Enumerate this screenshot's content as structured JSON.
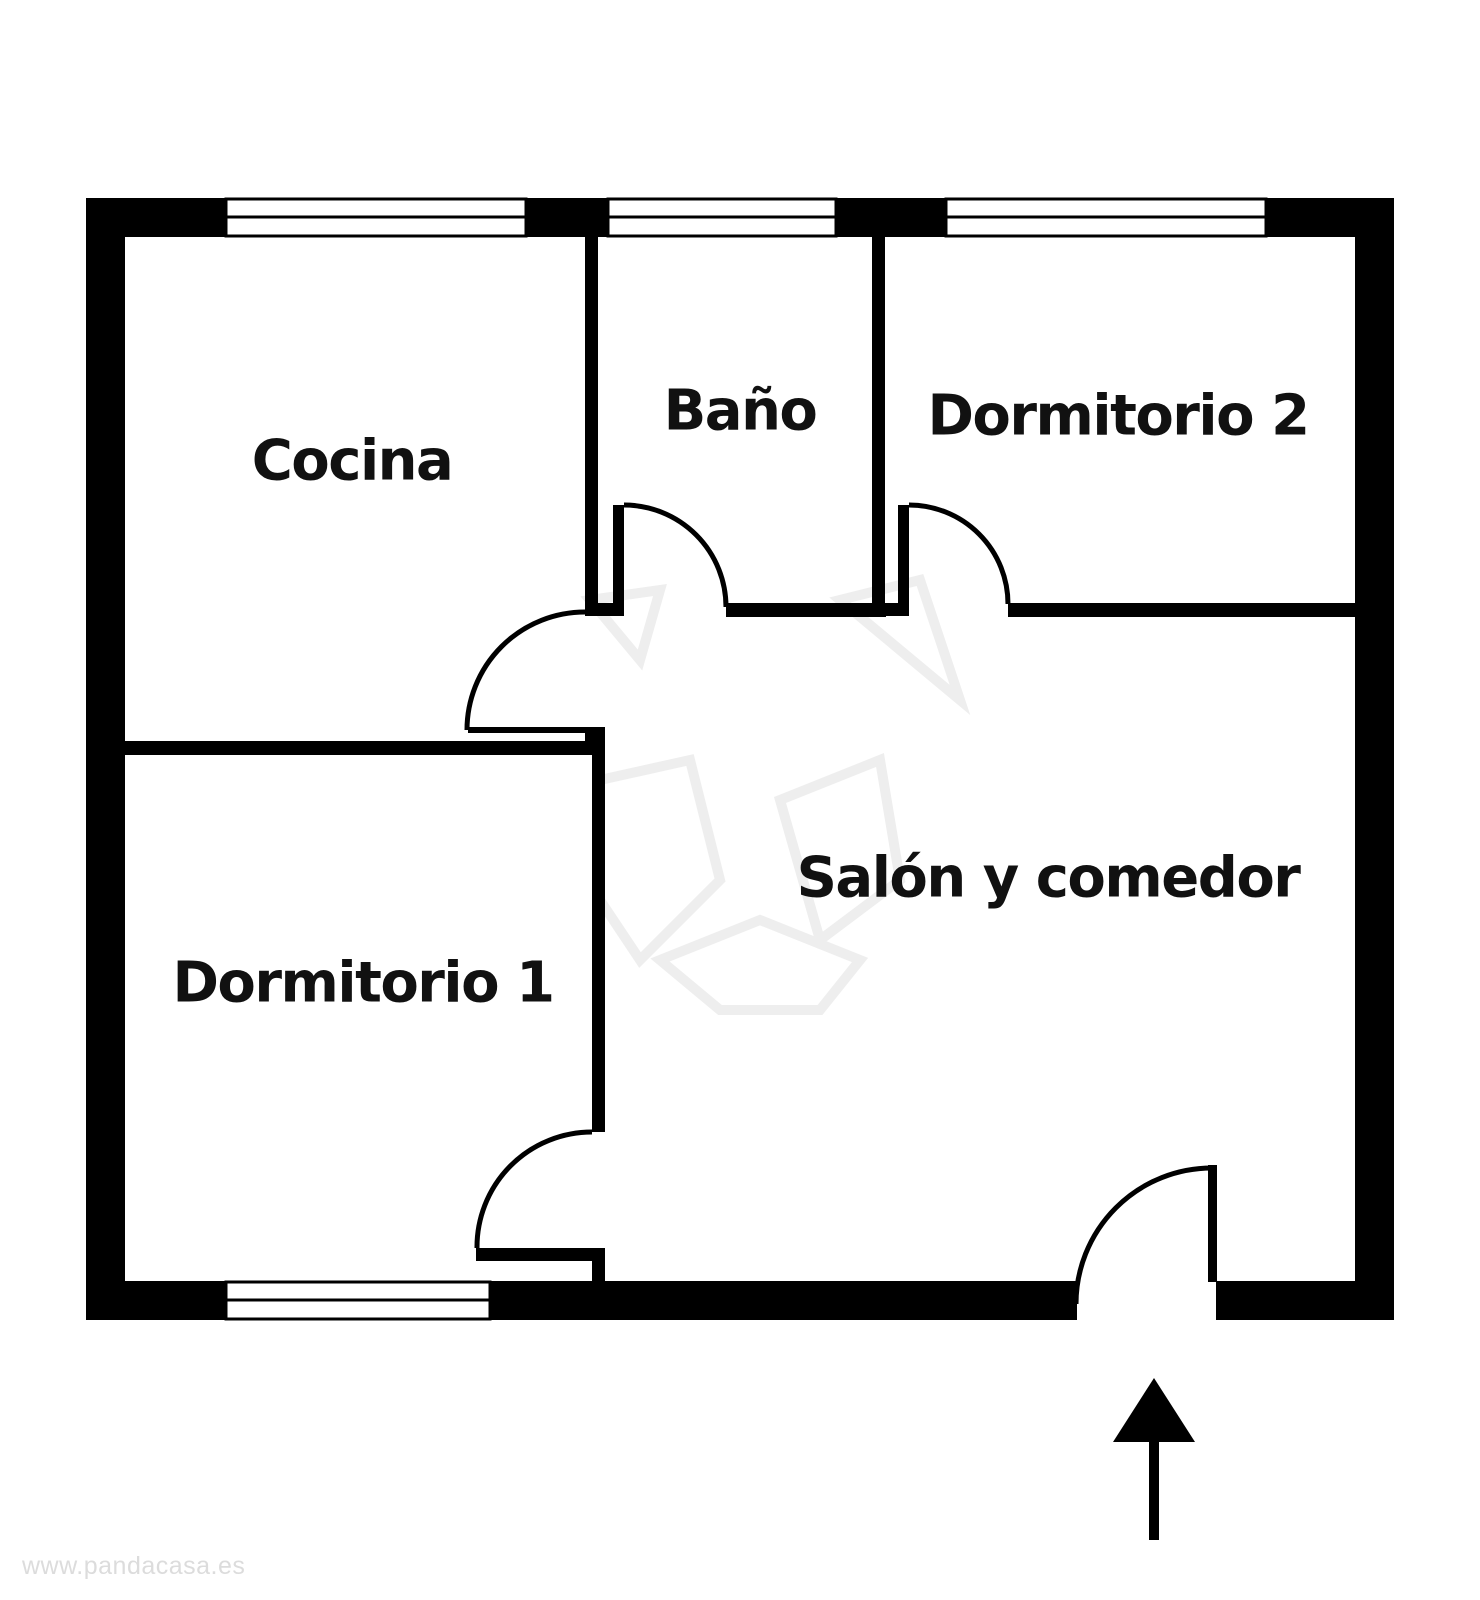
{
  "rooms": {
    "cocina": "Cocina",
    "bano": "Baño",
    "dormitorio_2": "Dormitorio 2",
    "dormitorio_1": "Dormitorio 1",
    "salon": "Salón y comedor"
  },
  "watermark": "www.pandacasa.es",
  "colors": {
    "wall": "#000000",
    "background": "#ffffff",
    "watermark": "#dcdcdc"
  },
  "icons": {
    "entrance": "arrow-up-icon",
    "logo": "panda-logo-watermark"
  }
}
